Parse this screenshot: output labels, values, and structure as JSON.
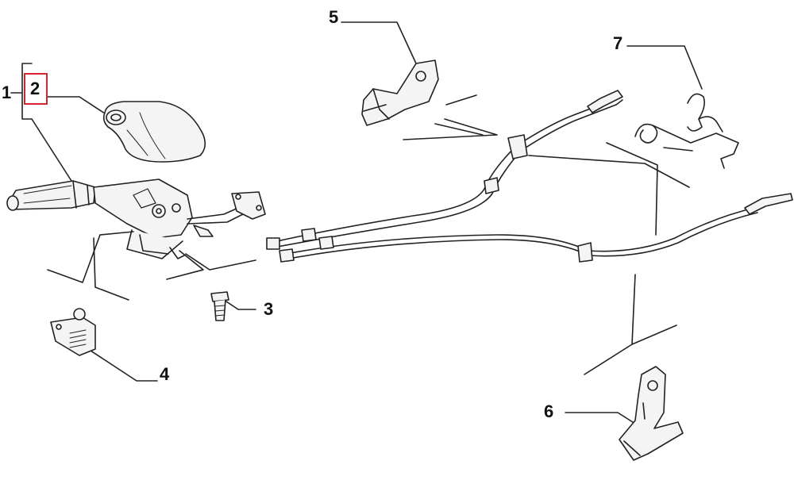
{
  "callouts": [
    {
      "id": "1",
      "text": "1"
    },
    {
      "id": "2",
      "text": "2",
      "highlighted": true
    },
    {
      "id": "3",
      "text": "3"
    },
    {
      "id": "4",
      "text": "4"
    },
    {
      "id": "5",
      "text": "5"
    },
    {
      "id": "6",
      "text": "6"
    },
    {
      "id": "7",
      "text": "7"
    }
  ],
  "colors": {
    "line": "#222222",
    "highlight": "#d9232e",
    "part_fill": "#f4f4f4"
  }
}
